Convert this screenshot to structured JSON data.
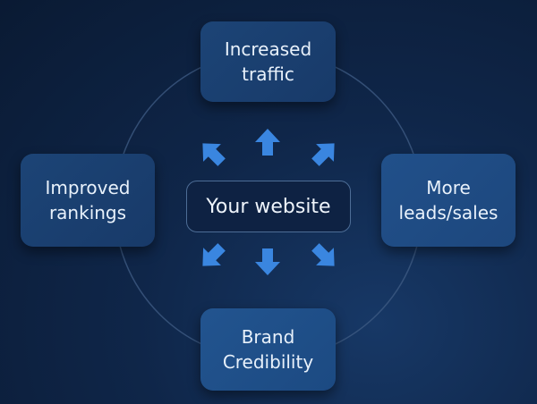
{
  "diagram": {
    "center": {
      "label": "Your website"
    },
    "nodes": {
      "top": "Increased\ntraffic",
      "right": "More\nleads/sales",
      "bottom": "Brand\nCredibility",
      "left": "Improved\nrankings"
    },
    "colors": {
      "background": "#0f2649",
      "node": "#1c4476",
      "arrow": "#3a86e0",
      "ring": "#3d5a82"
    }
  }
}
